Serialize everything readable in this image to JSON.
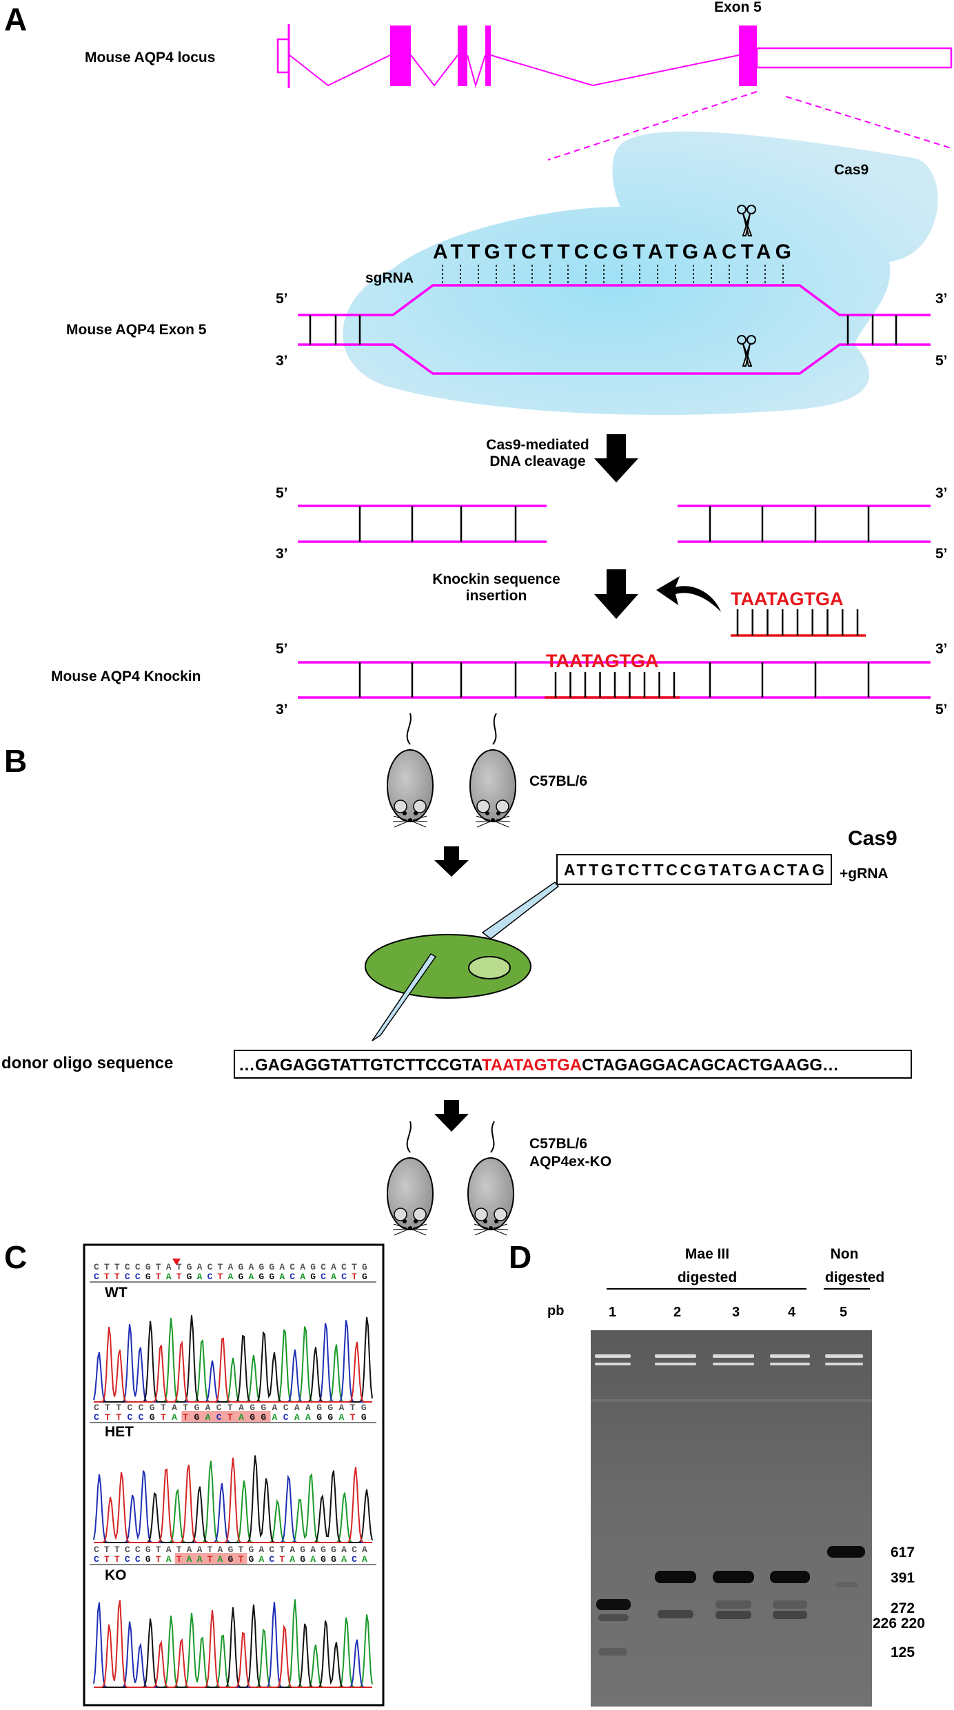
{
  "panels": {
    "a": "A",
    "b": "B",
    "c": "C",
    "d": "D"
  },
  "panel_a": {
    "exon5_label": "Exon 5",
    "locus_label": "Mouse AQP4 locus",
    "cas9_label": "Cas9",
    "sgrna_label": "sgRNA",
    "target_sequence": "ATTGTCTTCCGTATGACTAG",
    "exon5_row_label": "Mouse AQP4 Exon 5",
    "five_prime": "5’",
    "three_prime": "3’",
    "cleavage_label_1": "Cas9-mediated",
    "cleavage_label_2": "DNA cleavage",
    "insertion_label_1": "Knockin sequence",
    "insertion_label_2": "insertion",
    "knockin_sequence": "TAATAGTGA",
    "knockin_row_label": "Mouse AQP4 Knockin"
  },
  "panel_b": {
    "strain_label": "C57BL/6",
    "cas9_label": "Cas9",
    "grna_box": "ATTGTCTTCCGTATGACTAG",
    "grna_suffix": "+gRNA",
    "donor_label": "donor oligo sequence",
    "donor_prefix": "…GAGAGGTATTGTCTTCCGTA",
    "donor_insert": "TAATAGTGA",
    "donor_suffix": "CTAGAGGACAGCACTGAAGG…",
    "ko_strain_1": "C57BL/6",
    "ko_strain_2": "AQP4ex-KO"
  },
  "panel_c": {
    "wt_seq": "CTTCCGTATGACTAGAGGACAGCACTG",
    "het_seq": "CTTCCGTATGACTAGGACAAGGATG",
    "ko_seq": "CTTCCGTATAATAGTGACTAGAGGACA",
    "wt_label": "WT",
    "het_label": "HET",
    "ko_label": "KO"
  },
  "panel_d": {
    "group1_line1": "Mae III",
    "group1_line2": "digested",
    "group2_line1": "Non",
    "group2_line2": "digested",
    "pb_label": "pb",
    "lanes": [
      "1",
      "2",
      "3",
      "4",
      "5"
    ],
    "size_617": "617",
    "size_391": "391",
    "size_272": "272",
    "size_226_220": "226 220",
    "size_125": "125"
  },
  "colors": {
    "magenta": "#ff00ff",
    "red": "#e8141a",
    "cas9_fill": "#bfe6f5",
    "embryo_green": "#6aaa3a"
  }
}
